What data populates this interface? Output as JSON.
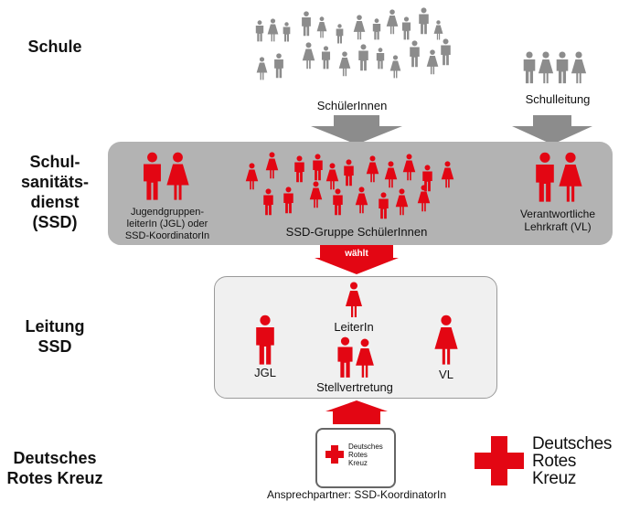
{
  "colors": {
    "red": "#e30613",
    "grey_people": "#8c8c8c",
    "ssd_band": "#b3b3b3",
    "leitung_box": "#f0f0f0",
    "arrow_grey": "#8c8c8c"
  },
  "rows": {
    "schule": "Schule",
    "ssd": "Schul-\nsanitäts-\ndienst\n(SSD)",
    "leitung": "Leitung\nSSD",
    "drk": "Deutsches\nRotes Kreuz"
  },
  "schule": {
    "students_label": "SchülerInnen",
    "leadership_label": "Schulleitung"
  },
  "ssd": {
    "jgl_label": "Jugendgruppen-\nleiterIn (JGL) oder\nSSD-KoordinatorIn",
    "group_label": "SSD-Gruppe SchülerInnen",
    "vl_label": "Verantwortliche\nLehrkraft (VL)"
  },
  "waehlt": "wählt",
  "leitung": {
    "leiterin": "LeiterIn",
    "jgl": "JGL",
    "stellvertretung": "Stellvertretung",
    "vl": "VL"
  },
  "drk": {
    "card_logo_text": "Deutsches\nRotes\nKreuz",
    "contact_label": "Ansprechpartner: SSD-KoordinatorIn",
    "logo_text": "Deutsches\nRotes\nKreuz"
  },
  "icons": [
    "person-male-icon",
    "person-female-icon",
    "red-cross-icon",
    "arrow-down-icon",
    "arrow-up-icon"
  ]
}
